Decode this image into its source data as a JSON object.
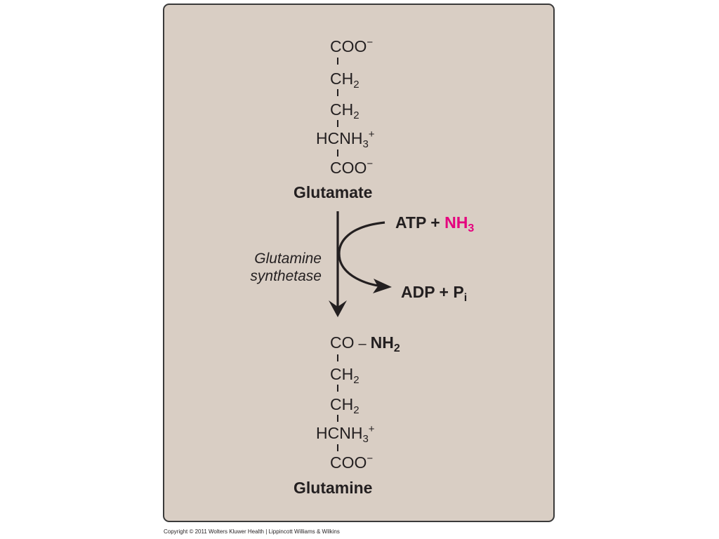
{
  "glutamate": {
    "coo_top": "COO",
    "coo_top_charge": "−",
    "ch2_a": "CH",
    "ch2_a_sub": "2",
    "ch2_b": "CH",
    "ch2_b_sub": "2",
    "hcnh3": "HCNH",
    "hcnh3_sub": "3",
    "hcnh3_charge": "+",
    "coo_bottom": "COO",
    "coo_bottom_charge": "−",
    "name": "Glutamate"
  },
  "reaction": {
    "reactant_atp": "ATP + ",
    "reactant_nh3": "NH",
    "reactant_nh3_sub": "3",
    "product_adp": "ADP + P",
    "product_pi_sub": "i",
    "enzyme_line1": "Glutamine",
    "enzyme_line2": "synthetase",
    "pink_color": "#e5007e"
  },
  "glutamine": {
    "co": "CO",
    "dash": "–",
    "nh2": "NH",
    "nh2_sub": "2",
    "ch2_a": "CH",
    "ch2_a_sub": "2",
    "ch2_b": "CH",
    "ch2_b_sub": "2",
    "hcnh3": "HCNH",
    "hcnh3_sub": "3",
    "hcnh3_charge": "+",
    "coo": "COO",
    "coo_charge": "−",
    "name": "Glutamine"
  },
  "copyright": "Copyright © 2011 Wolters Kluwer Health | Lippincott Williams & Wilkins"
}
